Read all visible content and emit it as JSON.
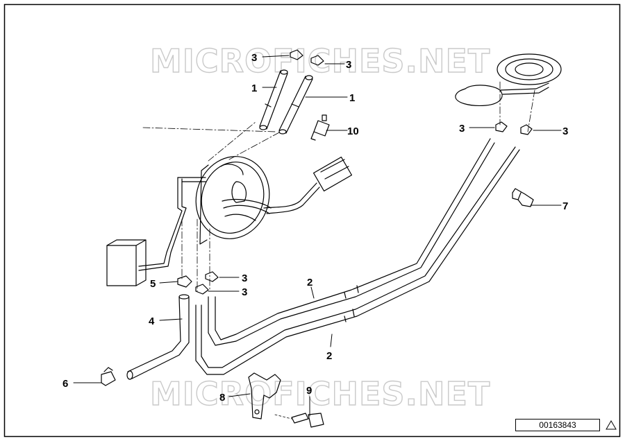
{
  "watermark_text": "MICROFICHES.NET",
  "diagram_number": "00163843",
  "callouts": {
    "c1a": "1",
    "c1b": "1",
    "c2a": "2",
    "c2b": "2",
    "c3a": "3",
    "c3b": "3",
    "c3c": "3",
    "c3d": "3",
    "c3e": "3",
    "c3f": "3",
    "c4": "4",
    "c5": "5",
    "c6": "6",
    "c7": "7",
    "c8": "8",
    "c9": "9",
    "c10": "10"
  },
  "colors": {
    "line": "#000000",
    "watermark": "#c9c9c9",
    "background": "#ffffff"
  }
}
